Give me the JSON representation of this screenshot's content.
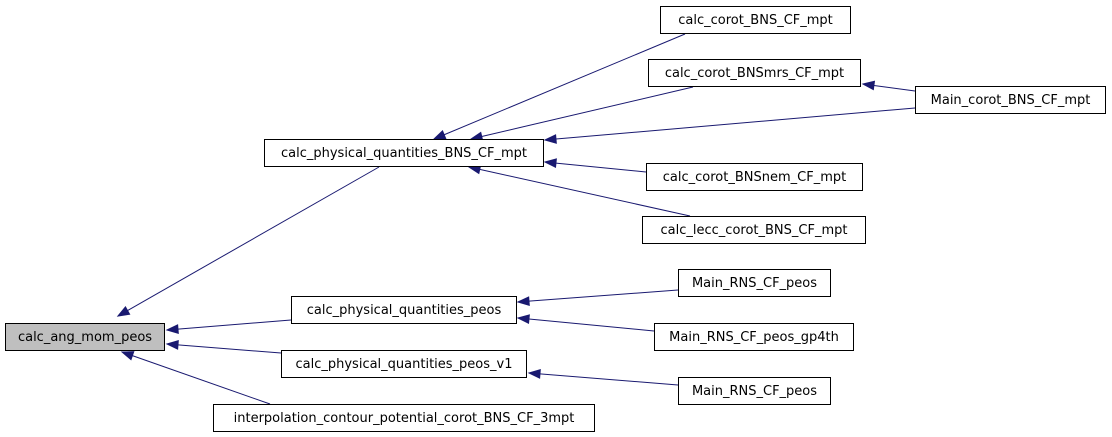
{
  "diagram": {
    "edge_color": "#191970",
    "root_fill": "#bfbfbf",
    "nodes": [
      {
        "id": "calc_ang_mom_peos",
        "label": "calc_ang_mom_peos",
        "root": true
      },
      {
        "id": "calc_physical_quantities_BNS_CF_mpt",
        "label": "calc_physical_quantities_BNS_CF_mpt"
      },
      {
        "id": "calc_physical_quantities_peos",
        "label": "calc_physical_quantities_peos"
      },
      {
        "id": "calc_physical_quantities_peos_v1",
        "label": "calc_physical_quantities_peos_v1"
      },
      {
        "id": "interpolation_contour_potential_corot_BNS_CF_3mpt",
        "label": "interpolation_contour_potential_corot_BNS_CF_3mpt"
      },
      {
        "id": "calc_corot_BNS_CF_mpt",
        "label": "calc_corot_BNS_CF_mpt"
      },
      {
        "id": "calc_corot_BNSmrs_CF_mpt",
        "label": "calc_corot_BNSmrs_CF_mpt"
      },
      {
        "id": "Main_corot_BNS_CF_mpt",
        "label": "Main_corot_BNS_CF_mpt"
      },
      {
        "id": "calc_corot_BNSnem_CF_mpt",
        "label": "calc_corot_BNSnem_CF_mpt"
      },
      {
        "id": "calc_lecc_corot_BNS_CF_mpt",
        "label": "calc_lecc_corot_BNS_CF_mpt"
      },
      {
        "id": "Main_RNS_CF_peos_a",
        "label": "Main_RNS_CF_peos"
      },
      {
        "id": "Main_RNS_CF_peos_gp4th",
        "label": "Main_RNS_CF_peos_gp4th"
      },
      {
        "id": "Main_RNS_CF_peos_b",
        "label": "Main_RNS_CF_peos"
      }
    ],
    "edges": [
      {
        "from": "calc_physical_quantities_BNS_CF_mpt",
        "to": "calc_ang_mom_peos"
      },
      {
        "from": "calc_physical_quantities_peos",
        "to": "calc_ang_mom_peos"
      },
      {
        "from": "calc_physical_quantities_peos_v1",
        "to": "calc_ang_mom_peos"
      },
      {
        "from": "interpolation_contour_potential_corot_BNS_CF_3mpt",
        "to": "calc_ang_mom_peos"
      },
      {
        "from": "calc_corot_BNS_CF_mpt",
        "to": "calc_physical_quantities_BNS_CF_mpt"
      },
      {
        "from": "calc_corot_BNSmrs_CF_mpt",
        "to": "calc_physical_quantities_BNS_CF_mpt"
      },
      {
        "from": "Main_corot_BNS_CF_mpt",
        "to": "calc_physical_quantities_BNS_CF_mpt"
      },
      {
        "from": "calc_corot_BNSnem_CF_mpt",
        "to": "calc_physical_quantities_BNS_CF_mpt"
      },
      {
        "from": "calc_lecc_corot_BNS_CF_mpt",
        "to": "calc_physical_quantities_BNS_CF_mpt"
      },
      {
        "from": "Main_corot_BNS_CF_mpt",
        "to": "calc_corot_BNSmrs_CF_mpt"
      },
      {
        "from": "Main_RNS_CF_peos_a",
        "to": "calc_physical_quantities_peos"
      },
      {
        "from": "Main_RNS_CF_peos_gp4th",
        "to": "calc_physical_quantities_peos"
      },
      {
        "from": "Main_RNS_CF_peos_b",
        "to": "calc_physical_quantities_peos_v1"
      }
    ]
  }
}
